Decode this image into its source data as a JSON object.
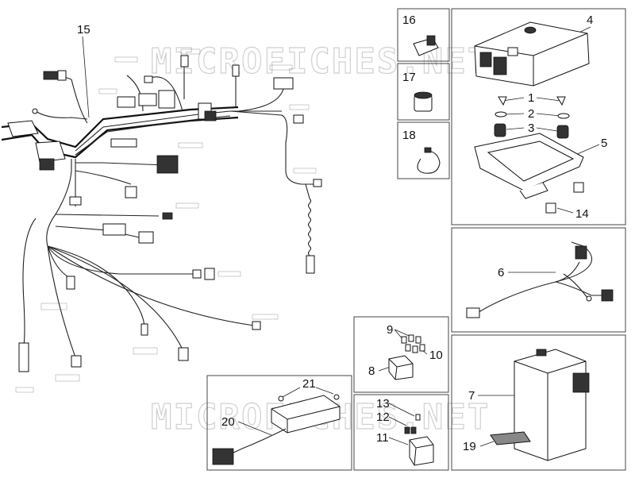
{
  "watermark": "MICROFICHES.NET",
  "callouts": {
    "n1": "1",
    "n2": "2",
    "n3": "3",
    "n4": "4",
    "n5": "5",
    "n6": "6",
    "n7": "7",
    "n8": "8",
    "n9": "9",
    "n10": "10",
    "n11": "11",
    "n12": "12",
    "n13": "13",
    "n14": "14",
    "n15": "15",
    "n16": "16",
    "n17": "17",
    "n18": "18",
    "n19": "19",
    "n20": "20",
    "n21": "21"
  }
}
